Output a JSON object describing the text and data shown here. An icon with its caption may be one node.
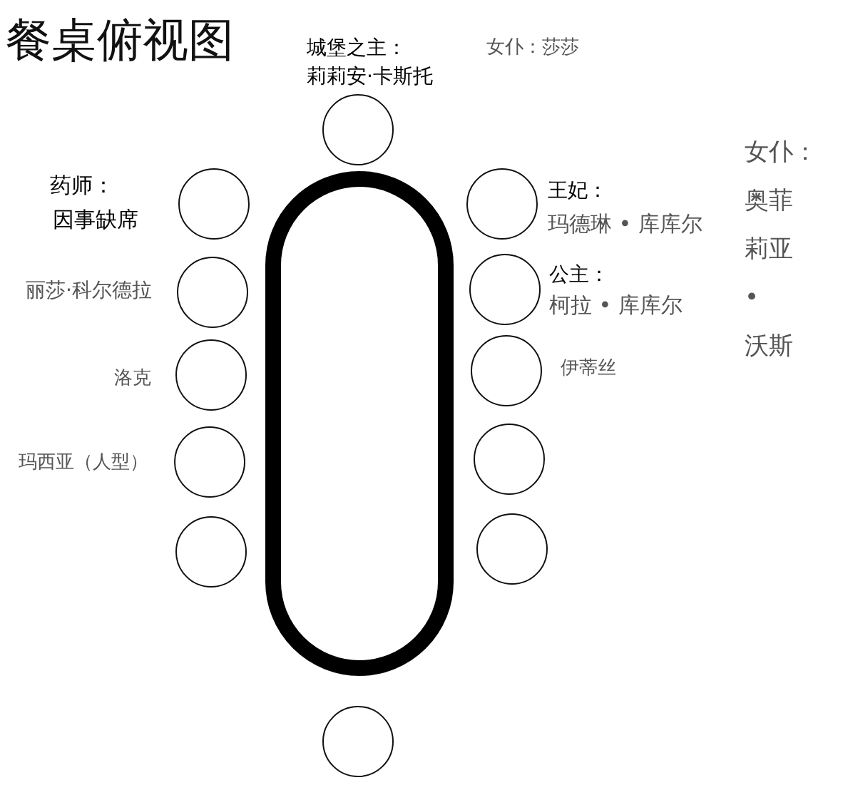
{
  "diagram": {
    "title": "餐桌俯视图",
    "nodes": [
      {
        "text": [],
        "shape": "circle",
        "beside": [
          "城堡之主：",
          "莉莉安·卡斯托"
        ]
      },
      {
        "text": [],
        "shape": "oval"
      },
      {
        "text": [],
        "shape": "circle",
        "beside": [
          "药师：",
          "因事缺席"
        ]
      },
      {
        "text": [],
        "shape": "circle",
        "beside": [
          "丽莎·科尔德拉"
        ]
      },
      {
        "text": [],
        "shape": "circle",
        "beside": [
          "洛克"
        ]
      },
      {
        "text": [],
        "shape": "circle",
        "beside": [
          "玛西亚（人型）"
        ]
      },
      {
        "text": [],
        "shape": "circle"
      },
      {
        "text": [],
        "shape": "circle",
        "beside": [
          "王妃：",
          "玛德琳 • 库库尔"
        ]
      },
      {
        "text": [],
        "shape": "circle",
        "beside": [
          "公主：",
          "柯拉 • 库库尔"
        ]
      },
      {
        "text": [],
        "shape": "circle",
        "beside": [
          "伊蒂丝"
        ]
      },
      {
        "text": [],
        "shape": "circle"
      },
      {
        "text": [],
        "shape": "circle"
      },
      {
        "text": [],
        "shape": "circle"
      }
    ],
    "labels": [
      "女仆：莎莎",
      "女仆：",
      "奥菲莉亚 • 沃斯"
    ]
  }
}
